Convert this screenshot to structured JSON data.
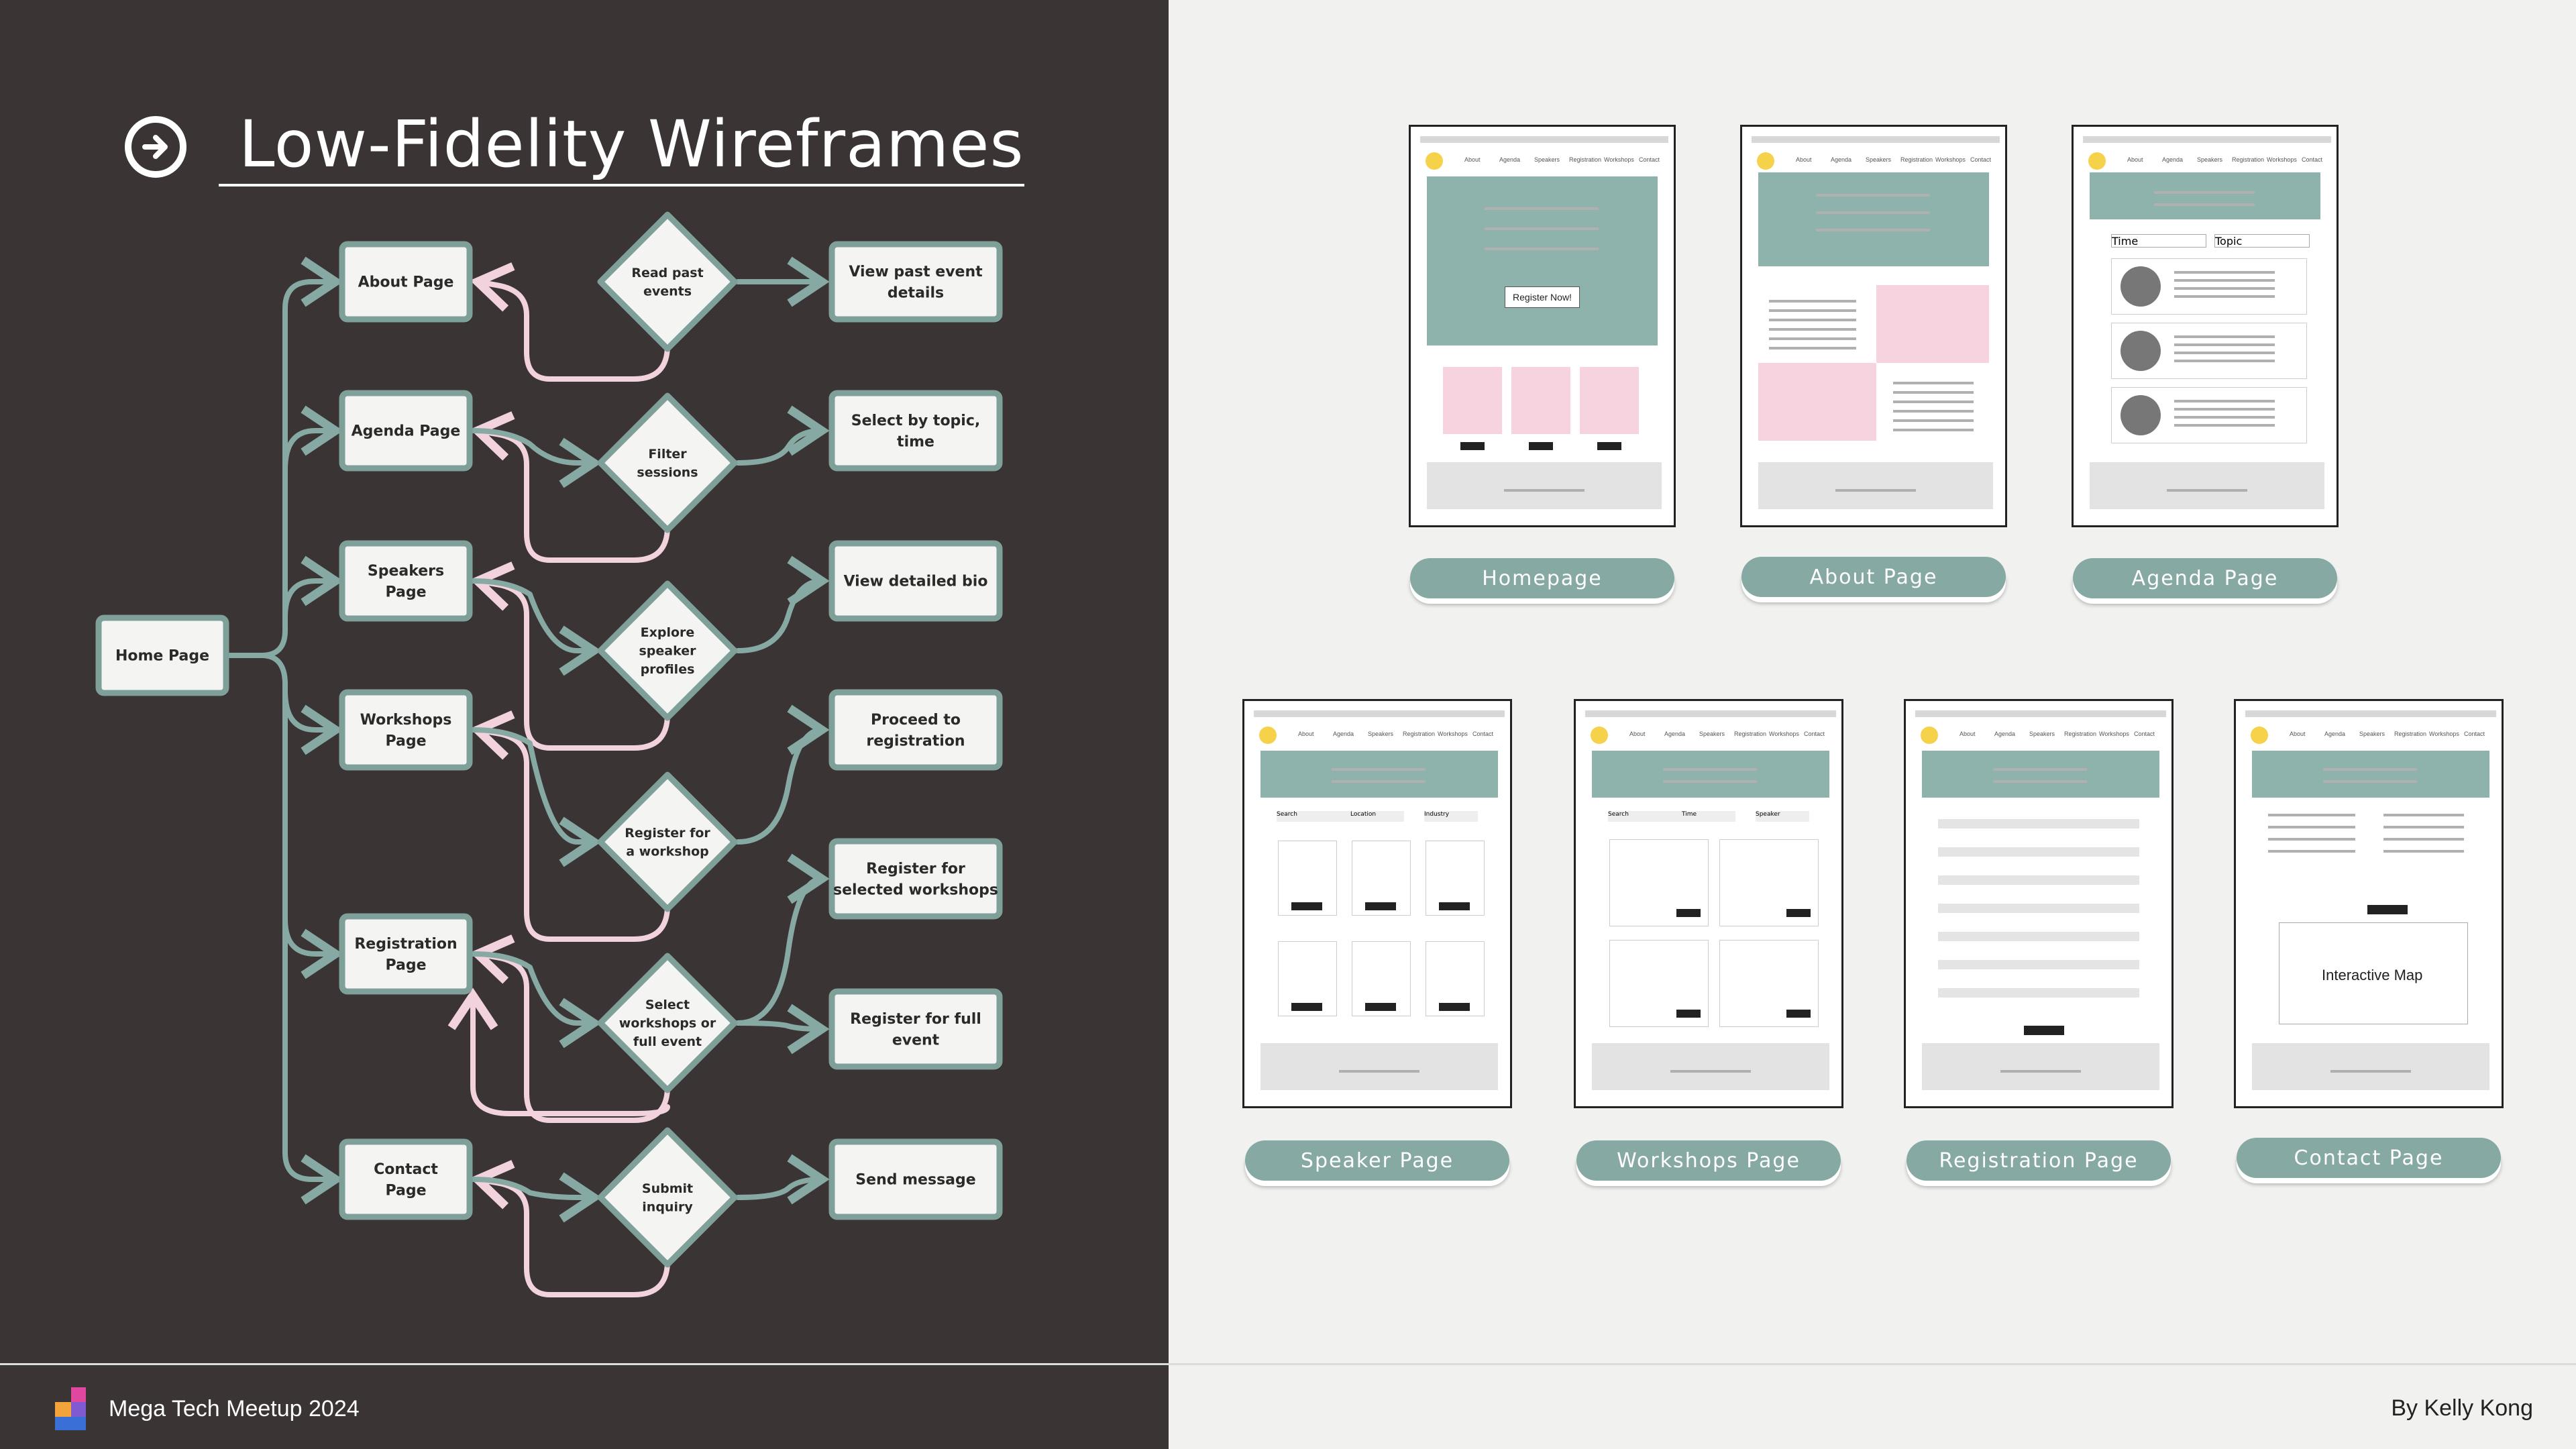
{
  "title": "Low-Fidelity Wireframes",
  "footer": {
    "brand": "Mega Tech Meetup 2024",
    "author": "By Kelly Kong"
  },
  "flow": {
    "home": "Home Page",
    "pages": [
      {
        "id": "about",
        "label": "About Page"
      },
      {
        "id": "agenda",
        "label": "Agenda Page"
      },
      {
        "id": "speakers",
        "label": "Speakers Page"
      },
      {
        "id": "workshops",
        "label": "Workshops Page"
      },
      {
        "id": "registration",
        "label": "Registration Page"
      },
      {
        "id": "contact",
        "label": "Contact Page"
      }
    ],
    "decisions": [
      "Read past events",
      "Filter sessions",
      "Explore speaker profiles",
      "Register for a workshop",
      "Select workshops or full event",
      "Submit inquiry"
    ],
    "outcomes": [
      "View past event details",
      "Select by topic, time",
      "View detailed bio",
      "Proceed to registration",
      "Register for selected workshops",
      "Register for full event",
      "Send message"
    ]
  },
  "wireframes": {
    "nav_items": [
      "About",
      "Agenda",
      "Speakers",
      "Registration",
      "Workshops",
      "Contact"
    ],
    "labels": [
      "Homepage",
      "About Page",
      "Agenda Page",
      "Speaker Page",
      "Workshops Page",
      "Registration Page",
      "Contact Page"
    ],
    "homepage_button": "Register Now!",
    "filters": {
      "agenda": [
        "Time",
        "Topic"
      ],
      "speaker": [
        "Search",
        "Location",
        "Industry"
      ],
      "workshops": [
        "Search",
        "Time",
        "Speaker"
      ]
    },
    "contact_map": "Interactive Map"
  },
  "colors": {
    "dark_bg": "#3a3434",
    "teal": "#8eb3ad",
    "pink": "#f6d3df",
    "node_border": "#7f9f99",
    "loop": "#f2d2dc"
  }
}
